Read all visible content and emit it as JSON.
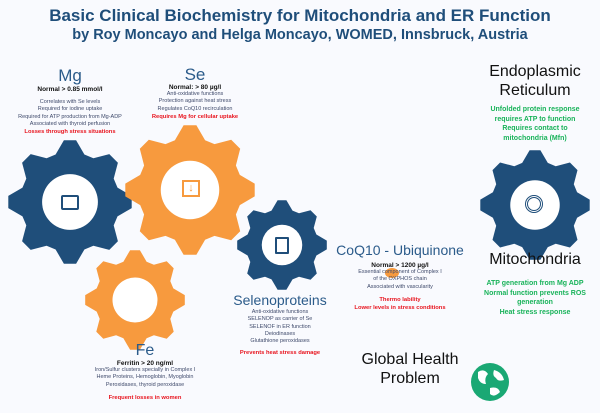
{
  "title": {
    "line1": "Basic Clinical Biochemistry for  Mitochondria and ER Function",
    "line2": "by Roy Moncayo and Helga Moncayo, WOMED, Innsbruck, Austria"
  },
  "colors": {
    "blue": "#1f4e7a",
    "orange": "#f79a3e",
    "red": "#e8141e",
    "green": "#19b35a"
  },
  "mg": {
    "name": "Mg",
    "normal": "Normal > 0.85 mmol/l",
    "lines": [
      "Correlates with Se levels",
      "Required for iodine uptake",
      "Required for ATP production from Mg-ADP",
      "Associated with thyroid perfusion"
    ],
    "warning": "Losses through stress situations",
    "icon": "image-icon"
  },
  "se": {
    "name": "Se",
    "normal": "Normal: > 80 µg/l",
    "lines": [
      "Anti-oxidative functions",
      "Protection against heat stress",
      "Regulates CoQ10 recirculation"
    ],
    "warning": "Requires Mg for cellular uptake",
    "icon": "download-icon"
  },
  "selenoproteins": {
    "name": "Selenoproteins",
    "lines": [
      "Anti-oxidative functions",
      "SELENOP as carrier of Se",
      "SELENOF in ER function",
      "Deiodinases",
      "Glutathione peroxidases"
    ],
    "warning": "Prevents heat stress damage",
    "icon": "documents-icon"
  },
  "coq10": {
    "name": "CoQ10 - Ubiquinone",
    "normal": "Normal > 1200 µg/l",
    "lines": [
      "Essential component of Complex I",
      "of the OXPHOS chain",
      "Associated with vascularity"
    ],
    "warnings": [
      "Thermo lability",
      "Lower levels in stress conditions"
    ],
    "icon": "chat-icon"
  },
  "fe": {
    "name": "Fe",
    "normal": "Ferritin > 20 ng/ml",
    "lines": [
      "Iron/Sulfur clusters specially in Complex I",
      "Heme Proteins, Hemoglobin, Myoglobin",
      "Peroxidases, thyroid peroxidase"
    ],
    "warning": "Frequent losses in women",
    "icon": "spinner-icon"
  },
  "er": {
    "name_line1": "Endoplasmic",
    "name_line2": "Reticulum",
    "lines": [
      "Unfolded protein response",
      "requires ATP to function",
      "Requires contact to",
      "mitochondria (Mfn)"
    ]
  },
  "mito": {
    "name": "Mitochondria",
    "lines": [
      "ATP generation from Mg ADP",
      "Normal function prevents ROS",
      "generation",
      "Heat stress response"
    ],
    "icon": "target-icon"
  },
  "global": {
    "line1": "Global Health",
    "line2": "Problem",
    "icon": "globe-icon"
  }
}
